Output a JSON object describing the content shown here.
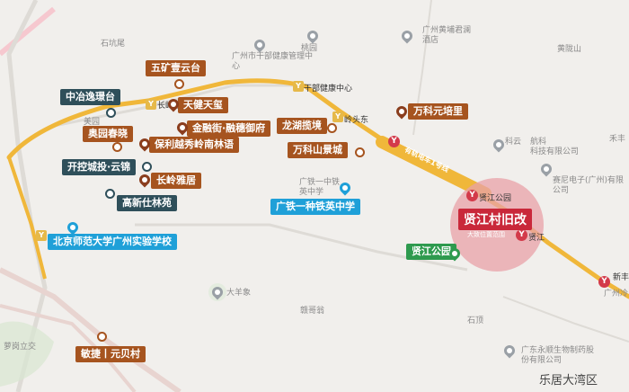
{
  "colors": {
    "brown": "#a6541f",
    "teal": "#2f4f5a",
    "blue": "#1fa0d8",
    "green": "#2e9a4e",
    "metro": "#d33a4a",
    "tram": "#f0b73a"
  },
  "developments_brown": {
    "wukuang": "五矿壹云台",
    "tianjian": "天健天玺",
    "jinrong": "金融街·融穗御府",
    "baoli": "保利越秀岭南林语",
    "aoyuan": "奥园春晓",
    "changling": "长岭雅居",
    "longhu": "龙湖揽境",
    "wanke_shanjing": "万科山景城",
    "wanke_yuanpei": "万科元培里",
    "minjie": "敏捷丨元贝村"
  },
  "developments_teal": {
    "zhongye": "中冶逸璟台",
    "kaikong": "开控城投·云锦",
    "gaoxin": "高新仕林苑"
  },
  "schools": {
    "bnu": "北京师范大学广州实验学校",
    "tieyi": "广铁一种铁英中学"
  },
  "park": "贤江公园",
  "focus": {
    "title": "贤江村旧改",
    "subtitle": "大致位置范围"
  },
  "tram_line": "有轨电车1号线",
  "stations": {
    "changling": "长岭居",
    "ganbu": "干部健康中心",
    "lingtoudong": "岭头东",
    "xianjiang_park": "贤江公园",
    "xianjiang": "贤江",
    "xinfeng": "新丰"
  },
  "places": {
    "shikengwei": "石坑尾",
    "ganbu_center": "广州市干部健康管理中心",
    "taoyuan": "桃园",
    "huangpu_hotel": "广州黄埔君澜酒店",
    "huanglongshan": "黄陇山",
    "meiyuan": "美园",
    "keyun": "科云",
    "hangkong": "航科",
    "kegongye": "科技有限公司",
    "saoyu": "赛尼电子(广州)有限公司",
    "tieyi_place": "广铁一中铁英中学",
    "daxianxiang": "大羊象",
    "ganfu": "赣哥翁",
    "shiding": "石顶",
    "yongshun": "广东永顺生物制药股份有限公司",
    "guangzhou_leng": "广州冷",
    "fangang": "萝岗立交",
    "hezhou": "禾丰"
  },
  "watermark": "乐居大湾区"
}
